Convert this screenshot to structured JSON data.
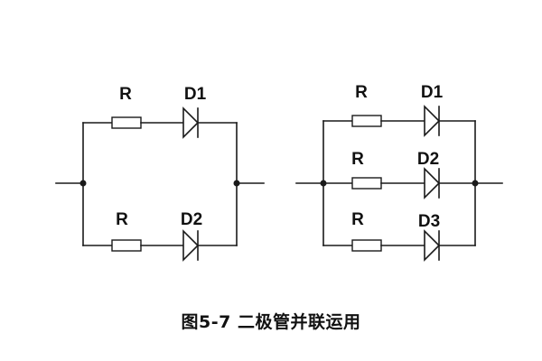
{
  "left_circuit": {
    "branches": [
      {
        "resistor_label": "R",
        "diode_label": "D1"
      },
      {
        "resistor_label": "R",
        "diode_label": "D2"
      }
    ]
  },
  "right_circuit": {
    "branches": [
      {
        "resistor_label": "R",
        "diode_label": "D1"
      },
      {
        "resistor_label": "R",
        "diode_label": "D2"
      },
      {
        "resistor_label": "R",
        "diode_label": "D3"
      }
    ]
  },
  "caption": "图5-7 二极管并联运用",
  "colors": {
    "ink": "#1a1a1a",
    "background": "#ffffff"
  }
}
